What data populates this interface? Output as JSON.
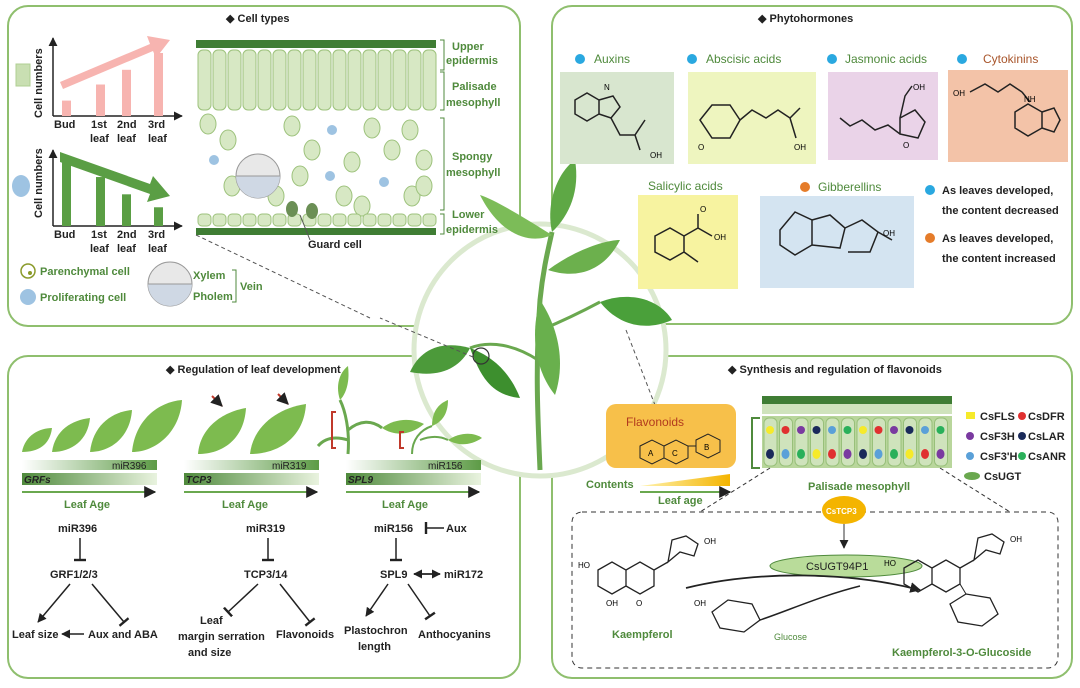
{
  "cell_types": {
    "title": "Cell types",
    "y_label": "Cell numbers",
    "x_labels": [
      "Bud",
      "1st",
      "2nd",
      "3rd"
    ],
    "x_labels2": [
      "leaf",
      "leaf",
      "leaf"
    ],
    "bars_increase": [
      0.22,
      0.45,
      0.66,
      0.9
    ],
    "bars_decrease": [
      0.92,
      0.68,
      0.44,
      0.26
    ],
    "layers": [
      "Upper",
      "epidermis",
      "Palisade",
      "mesophyll",
      "Spongy",
      "mesophyll",
      "Lower",
      "epidermis"
    ],
    "guard_cell": "Guard cell",
    "parenchymal": "Parenchymal cell",
    "proliferating": "Proliferating cell",
    "xylem": "Xylem",
    "pholem": "Pholem",
    "vein": "Vein"
  },
  "phytohormones": {
    "title": "Phytohormones",
    "names": [
      "Auxins",
      "Abscisic acids",
      "Jasmonic acids",
      "Cytokinins",
      "Salicylic acids",
      "Gibberellins"
    ],
    "legend": [
      "As leaves developed,",
      "the content decreased",
      "As leaves developed,",
      "the content increased"
    ],
    "chem": [
      "H",
      "N",
      "OH",
      "O",
      "NH"
    ],
    "colors": {
      "decrease": "#2aa8e0",
      "increase": "#e57c2a"
    }
  },
  "regulation": {
    "title": "Regulation of leaf development",
    "gene_bars": [
      "GRFs",
      "TCP3",
      "SPL9"
    ],
    "mirna_bars": [
      "miR396",
      "miR319",
      "miR156"
    ],
    "leaf_age": "Leaf Age",
    "col1": [
      "miR396",
      "GRF1/2/3",
      "Leaf size",
      "Aux and ABA"
    ],
    "col2": [
      "miR319",
      "TCP3/14",
      "Leaf",
      "margin serration",
      "and size",
      "Flavonoids"
    ],
    "col3": [
      "miR156",
      "Aux",
      "SPL9",
      "miR172",
      "Plastochron",
      "length",
      "Anthocyanins"
    ]
  },
  "flavonoids": {
    "title": "Synthesis and regulation of flavonoids",
    "box": "Flavonoids",
    "ring_labels": [
      "A",
      "C",
      "B"
    ],
    "contents": "Contents",
    "leaf_age": "Leaf age",
    "palisade": "Palisade mesophyll",
    "enzymes": [
      "CsFLS",
      "CsDFR",
      "CsF3H",
      "CsLAR",
      "CsF3'H",
      "CsANR",
      "CsUGT"
    ],
    "tcp": "CsTCP3",
    "ugt": "CsUGT94P1",
    "kaempferol": "Kaempferol",
    "glucose": "Glucose",
    "product": "Kaempferol-3-O-Glucoside",
    "chem": [
      "OH",
      "HO",
      "O"
    ]
  }
}
